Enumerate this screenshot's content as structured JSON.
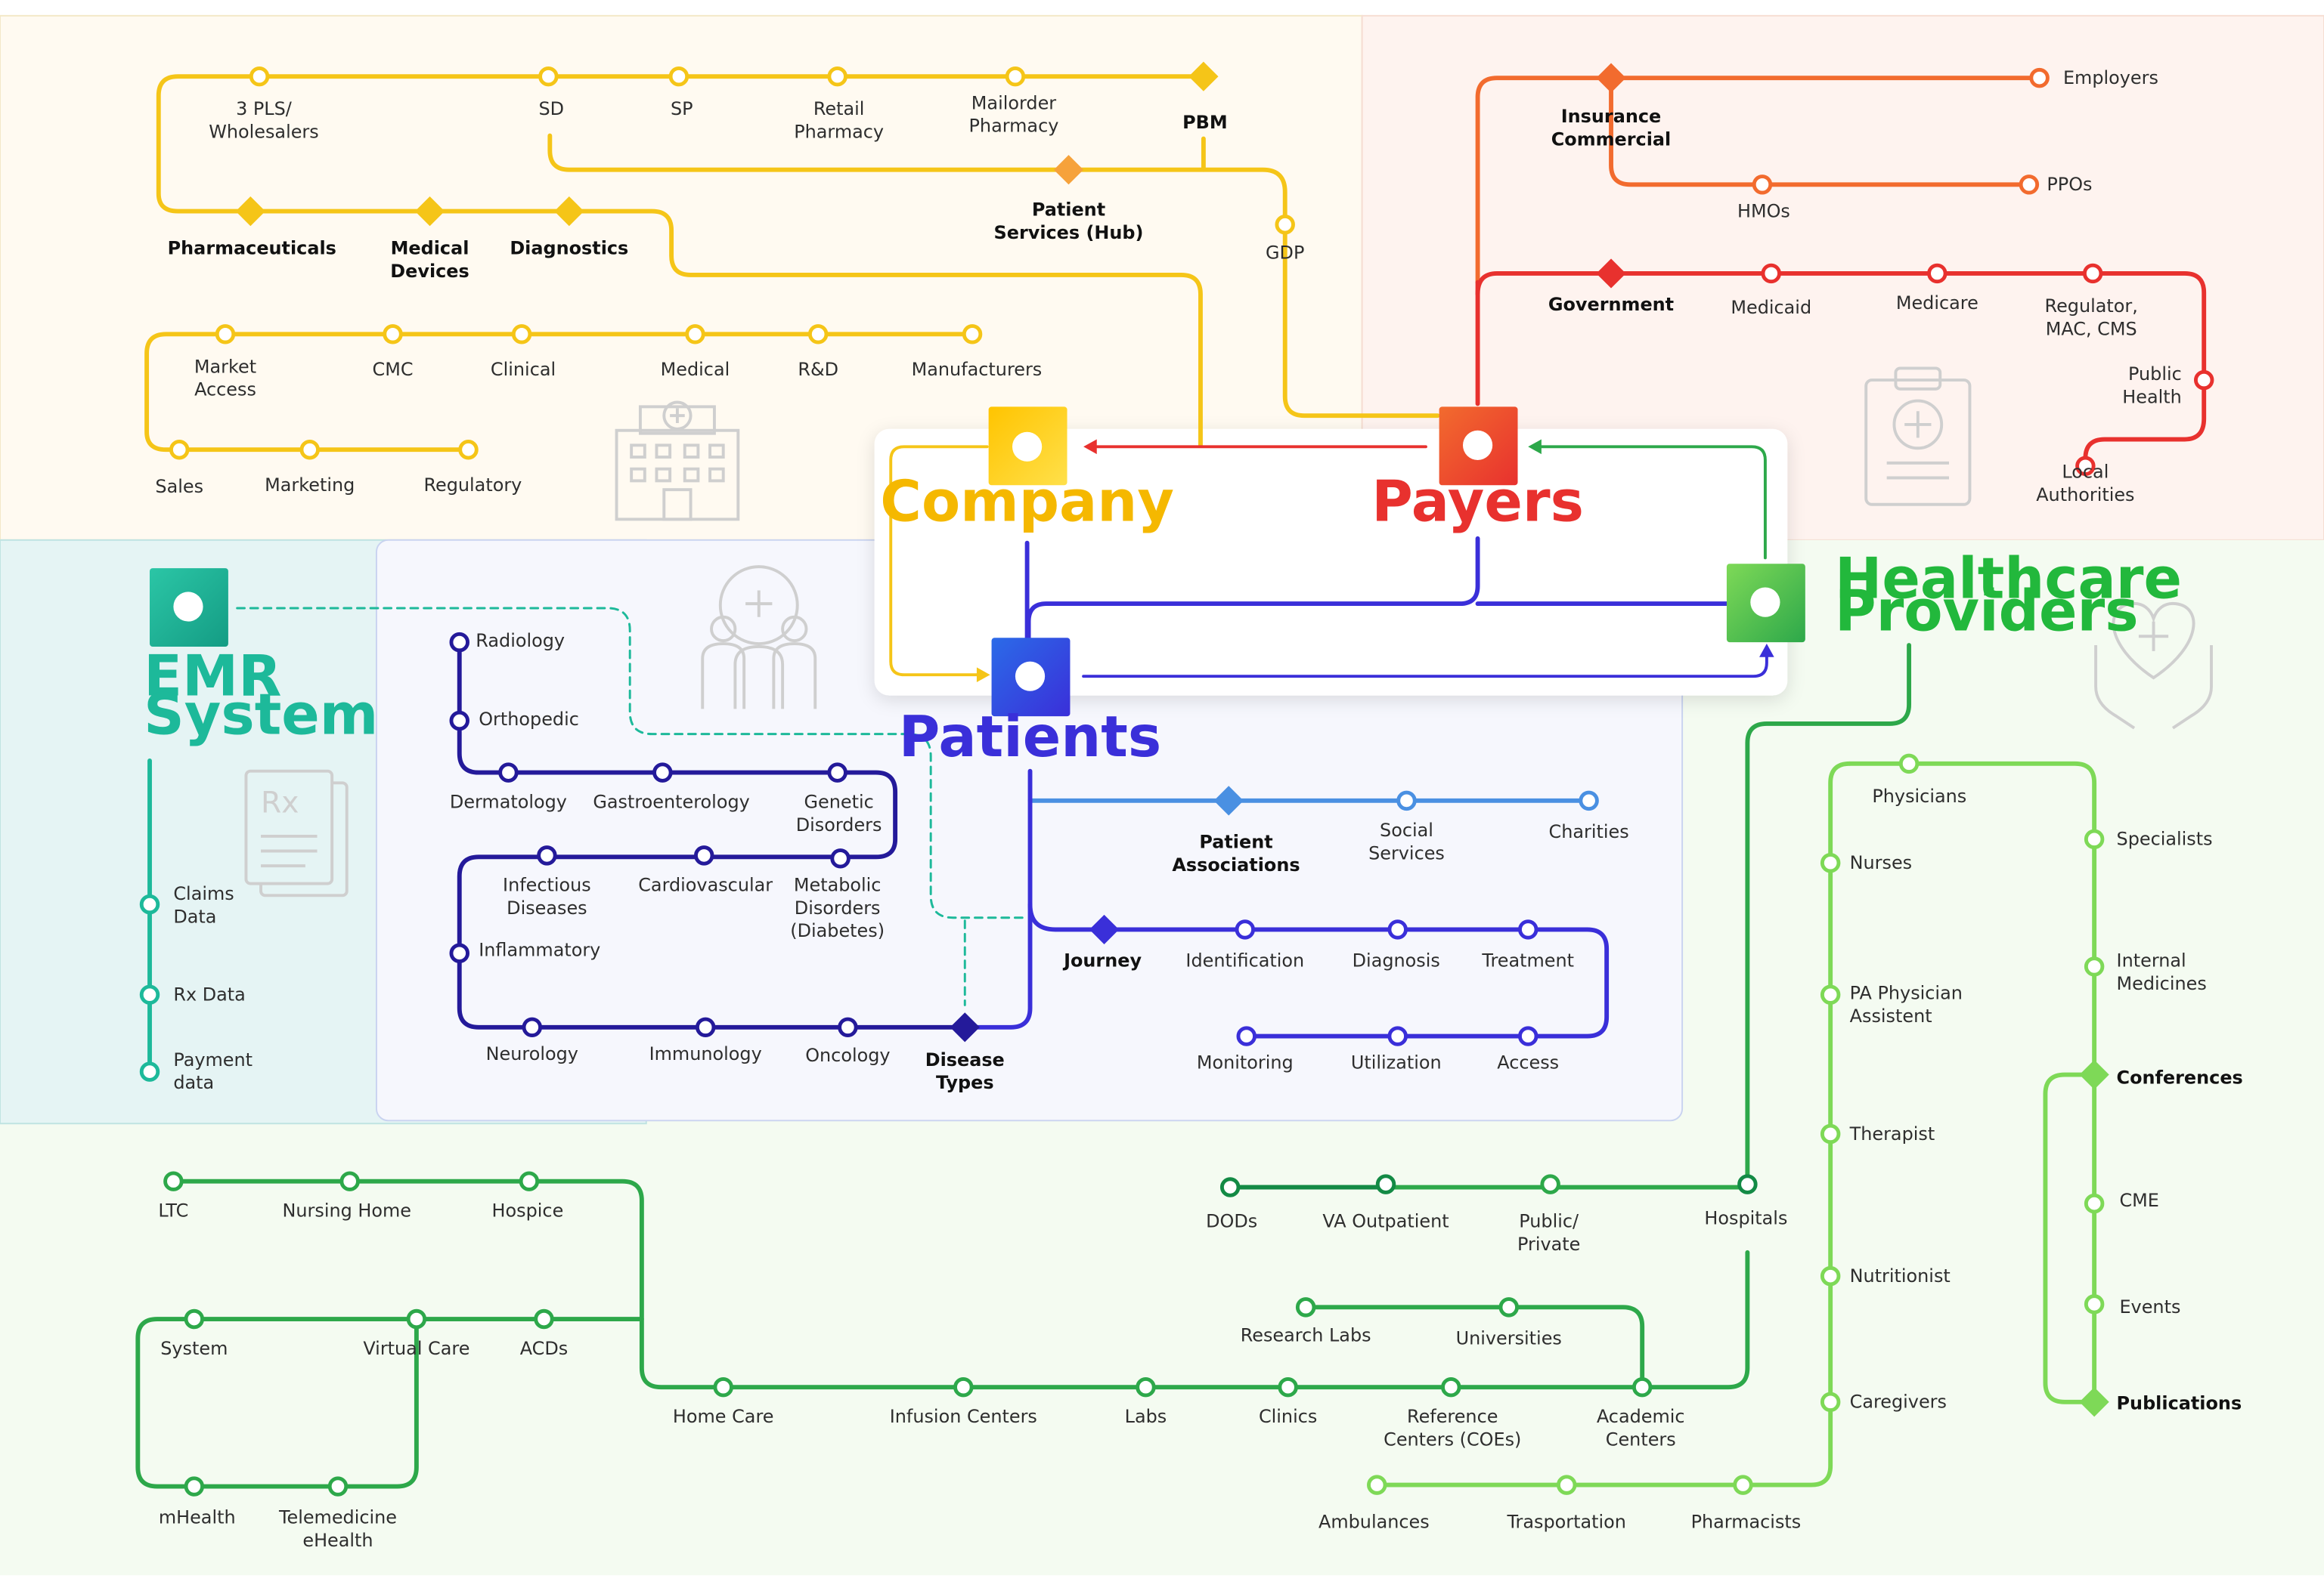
{
  "colors": {
    "company": "#F5C518",
    "payers_orange": "#F26B2E",
    "payers_red": "#E8312E",
    "patients": "#3A2FD9",
    "patients_light": "#4A90E2",
    "emr": "#1DB99A",
    "providers_dark": "#2DA84A",
    "providers_light": "#7ED957",
    "providers_label": "#22B83C",
    "disease": "#241A9A"
  },
  "hubs": {
    "company": "Company",
    "payers": "Payers",
    "patients": "Patients",
    "providers": [
      "Healthcare",
      "Providers"
    ],
    "emr": [
      "EMR",
      "System"
    ]
  },
  "icons": [
    "hospital-building-icon",
    "clipboard-medical-icon",
    "patient-group-icon",
    "prescription-icon",
    "heart-hands-icon"
  ],
  "company": {
    "supply_chain": {
      "pls": [
        "3 PLS/",
        "Wholesalers"
      ],
      "sd": "SD",
      "sp": "SP",
      "retail": [
        "Retail",
        "Pharmacy"
      ],
      "mailorder": [
        "Mailorder",
        "Pharmacy"
      ],
      "pbm": "PBM",
      "hub": [
        "Patient",
        "Services (Hub)"
      ],
      "gdp": "GDP"
    },
    "products": {
      "pharma": "Pharmaceuticals",
      "devices": [
        "Medical",
        "Devices"
      ],
      "diagnostics": "Diagnostics"
    },
    "functions": {
      "market_access": [
        "Market",
        "Access"
      ],
      "cmc": "CMC",
      "clinical": "Clinical",
      "medical": "Medical",
      "rnd": "R&D",
      "manufacturers": "Manufacturers",
      "sales": "Sales",
      "marketing": "Marketing",
      "regulatory": "Regulatory"
    }
  },
  "payers": {
    "insurance": [
      "Insurance",
      "Commercial"
    ],
    "employers": "Employers",
    "hmos": "HMOs",
    "ppos": "PPOs",
    "government": "Government",
    "medicaid": "Medicaid",
    "medicare": "Medicare",
    "regulator": [
      "Regulator,",
      "MAC, CMS"
    ],
    "public_health": [
      "Public",
      "Health"
    ],
    "local": [
      "Local",
      "Authorities"
    ]
  },
  "emr": {
    "claims": [
      "Claims",
      "Data"
    ],
    "rx": "Rx Data",
    "payment": [
      "Payment",
      "data"
    ]
  },
  "disease": {
    "radiology": "Radiology",
    "orthopedic": "Orthopedic",
    "dermatology": "Dermatology",
    "gastro": "Gastroenterology",
    "genetic": [
      "Genetic",
      "Disorders"
    ],
    "infectious": [
      "Infectious",
      "Diseases"
    ],
    "cardio": "Cardiovascular",
    "metabolic": [
      "Metabolic",
      "Disorders",
      "(Diabetes)"
    ],
    "inflammatory": "Inflammatory",
    "neurology": "Neurology",
    "immunology": "Immunology",
    "oncology": "Oncology",
    "types": [
      "Disease",
      "Types"
    ]
  },
  "patients": {
    "associations": [
      "Patient",
      "Associations"
    ],
    "social": [
      "Social",
      "Services"
    ],
    "charities": "Charities",
    "journey": "Journey",
    "identification": "Identification",
    "diagnosis": "Diagnosis",
    "treatment": "Treatment",
    "monitoring": "Monitoring",
    "utilization": "Utilization",
    "access": "Access"
  },
  "providers": {
    "physicians": "Physicians",
    "nurses": "Nurses",
    "pa": [
      "PA Physician",
      "Assistent"
    ],
    "therapist": "Therapist",
    "nutritionist": "Nutritionist",
    "caregivers": "Caregivers",
    "specialists": "Specialists",
    "internal": [
      "Internal",
      "Medicines"
    ],
    "conferences": "Conferences",
    "cme": "CME",
    "events": "Events",
    "publications": "Publications",
    "ambulances": "Ambulances",
    "transportation": "Trasportation",
    "pharmacists": "Pharmacists"
  },
  "facilities": {
    "ltc": "LTC",
    "nursing": "Nursing Home",
    "hospice": "Hospice",
    "system": "System",
    "virtual": "Virtual Care",
    "acds": "ACDs",
    "mhealth": "mHealth",
    "tele": [
      "Telemedicine",
      "eHealth"
    ],
    "homecare": "Home Care",
    "infusion": "Infusion Centers",
    "labs": "Labs",
    "clinics": "Clinics",
    "reference": [
      "Reference",
      "Centers (COEs)"
    ],
    "academic": [
      "Academic",
      "Centers"
    ],
    "research": "Research Labs",
    "universities": "Universities",
    "dods": "DODs",
    "va": "VA Outpatient",
    "public_private": [
      "Public/",
      "Private"
    ],
    "hospitals": "Hospitals"
  }
}
